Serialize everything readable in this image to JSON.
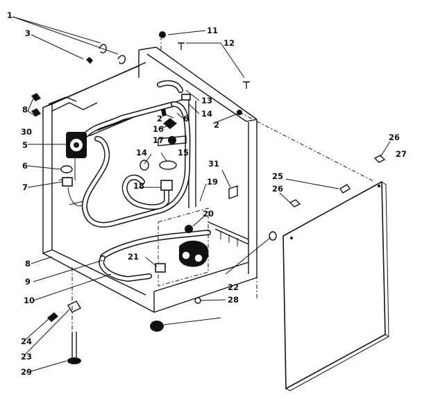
{
  "callouts": [
    {
      "id": "1",
      "label": "1"
    },
    {
      "id": "3",
      "label": "3"
    },
    {
      "id": "11",
      "label": "11"
    },
    {
      "id": "12",
      "label": "12"
    },
    {
      "id": "13",
      "label": "13"
    },
    {
      "id": "14a",
      "label": "14"
    },
    {
      "id": "2a",
      "label": "2"
    },
    {
      "id": "6a",
      "label": "6"
    },
    {
      "id": "8a",
      "label": "8"
    },
    {
      "id": "30",
      "label": "30"
    },
    {
      "id": "5",
      "label": "5"
    },
    {
      "id": "6b",
      "label": "6"
    },
    {
      "id": "7",
      "label": "7"
    },
    {
      "id": "2b",
      "label": "2"
    },
    {
      "id": "16",
      "label": "16"
    },
    {
      "id": "15",
      "label": "15"
    },
    {
      "id": "17",
      "label": "17"
    },
    {
      "id": "14b",
      "label": "14"
    },
    {
      "id": "18",
      "label": "18"
    },
    {
      "id": "2c",
      "label": "2"
    },
    {
      "id": "31",
      "label": "31"
    },
    {
      "id": "19",
      "label": "19"
    },
    {
      "id": "20",
      "label": "20"
    },
    {
      "id": "26a",
      "label": "26"
    },
    {
      "id": "27",
      "label": "27"
    },
    {
      "id": "25",
      "label": "25"
    },
    {
      "id": "26b",
      "label": "26"
    },
    {
      "id": "8b",
      "label": "8"
    },
    {
      "id": "9",
      "label": "9"
    },
    {
      "id": "21",
      "label": "21"
    },
    {
      "id": "10",
      "label": "10"
    },
    {
      "id": "22",
      "label": "22"
    },
    {
      "id": "28",
      "label": "28"
    },
    {
      "id": "24",
      "label": "24"
    },
    {
      "id": "23",
      "label": "23"
    },
    {
      "id": "29",
      "label": "29"
    }
  ]
}
